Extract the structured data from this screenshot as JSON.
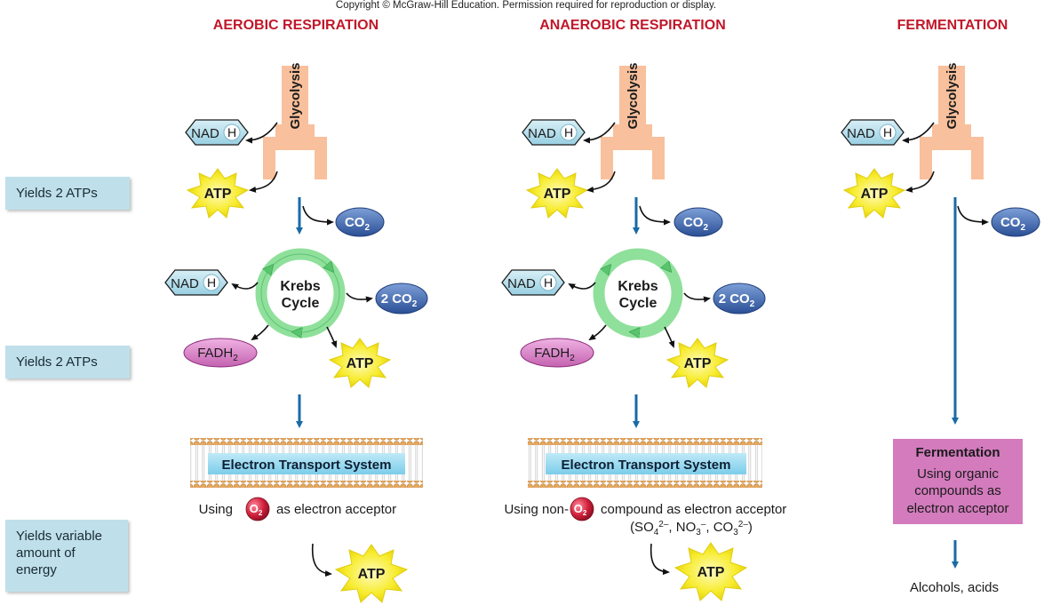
{
  "copyright": "Copyright © McGraw-Hill Education. Permission required for reproduction or display.",
  "titles": {
    "aerobic": "AEROBIC RESPIRATION",
    "anaerobic": "ANAEROBIC RESPIRATION",
    "fermentation": "FERMENTATION"
  },
  "labels": {
    "glycolysis": "Glycolysis",
    "nad": "NAD",
    "h": "H",
    "atp": "ATP",
    "co": "CO",
    "two_co": "2 CO",
    "sub2": "2",
    "krebs": "Krebs",
    "cycle": "Cycle",
    "fadh": "FADH",
    "ets": "Electron Transport System",
    "o": "O"
  },
  "sidebar": {
    "yield1": "Yields 2 ATPs",
    "yield2": "Yields 2 ATPs",
    "yield3": "Yields variable amount of energy"
  },
  "aerobic": {
    "acceptor_pre": "Using",
    "acceptor_post": "as electron acceptor"
  },
  "anaerobic": {
    "acceptor_pre": "Using non-",
    "acceptor_post": "compound as electron acceptor",
    "compounds": {
      "open": "(SO",
      "so_sub": "4",
      "so_sup": "2–",
      "mid1": ", NO",
      "no_sub": "3",
      "no_sup": "–",
      "mid2": ", CO",
      "co_sub": "3",
      "co_sup": "2–",
      "close": ")"
    }
  },
  "fermentation": {
    "box_title": "Fermentation",
    "box_line1": "Using organic",
    "box_line2": "compounds as",
    "box_line3": "electron acceptor",
    "products": "Alcohols, acids"
  },
  "colors": {
    "title_red": "#c0182a",
    "glycolysis_peach": "#f8c09c",
    "arrow_blue": "#1a6aa6",
    "co2_blue": "#3d67ad",
    "krebs_green": "#7fd88c",
    "fadh_pink": "#d57bc2",
    "atp_yellow": "#f7ec2e",
    "ets_blue": "#8fd6ee",
    "o2_red": "#d1203c",
    "fermentation_box": "#d37bbd",
    "sidebar_blue": "#bfe0ea"
  }
}
